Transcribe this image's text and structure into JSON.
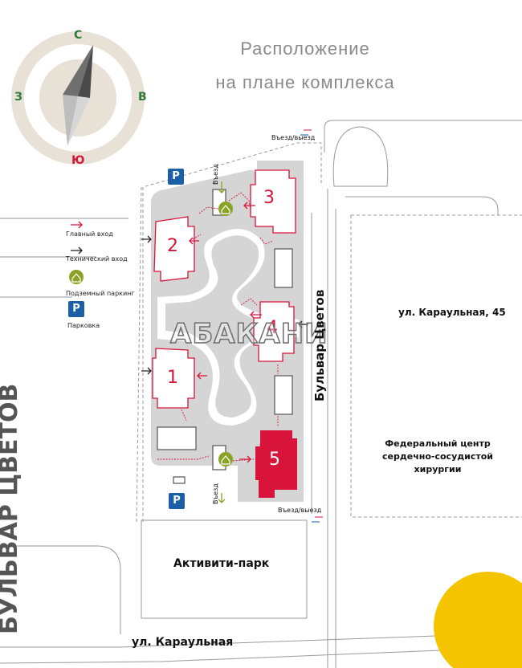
{
  "title": {
    "line1": "Расположение",
    "line2": "на плане комплекса"
  },
  "compass": {
    "north": "С",
    "south": "Ю",
    "west": "З",
    "east": "В"
  },
  "legend": {
    "main_entrance": "Главный вход",
    "tech_entrance": "Технический вход",
    "underground_parking": "Подземный паркинг",
    "parking": "Парковка",
    "parking_letter": "P"
  },
  "labels": {
    "entry_exit_top": "Въезд/выезд",
    "entry_exit_bottom": "Въезд/выезд",
    "entry_top": "Въезд",
    "entry_bottom": "Въезд",
    "boulevard": "Бульвар Цветов",
    "street_karaulnaya_45": "ул. Караульная, 45",
    "cardio_center_l1": "Федеральный центр",
    "cardio_center_l2": "сердечно-сосудистой",
    "cardio_center_l3": "хирургии",
    "activity_park": "Активити-парк",
    "street_karaulnaya": "ул. Караульная",
    "side_text": "БУЛЬВАР ЦВЕТОВ"
  },
  "buildings": [
    {
      "number": "1",
      "highlight": false
    },
    {
      "number": "2",
      "highlight": false
    },
    {
      "number": "3",
      "highlight": false
    },
    {
      "number": "4",
      "highlight": false
    },
    {
      "number": "5",
      "highlight": true
    }
  ],
  "watermark": "АБАКАНИ",
  "colors": {
    "accent_red": "#d8143a",
    "parking_blue": "#1d5fa6",
    "parking_green": "#8aa326",
    "site_gray": "#d5d5d6",
    "compass_beige": "#e8e1d5",
    "yellow": "#f5c400"
  }
}
